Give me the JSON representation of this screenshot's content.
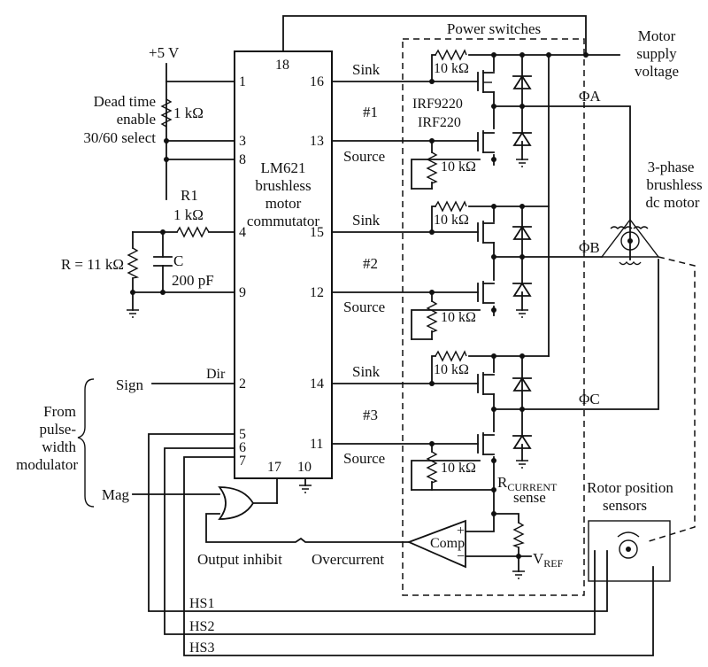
{
  "chip": {
    "name": "LM621",
    "line2": "brushless",
    "line3": "motor",
    "line4": "commutator",
    "pins": {
      "p1": "1",
      "p3": "3",
      "p8": "8",
      "p4": "4",
      "p9": "9",
      "p2": "2",
      "p5": "5",
      "p6": "6",
      "p7": "7",
      "p18": "18",
      "p16": "16",
      "p13": "13",
      "p15": "15",
      "p12": "12",
      "p14": "14",
      "p11": "11",
      "p17": "17",
      "p10": "10"
    },
    "dir_label": "Dir"
  },
  "left": {
    "supply": "+5 V",
    "dead_time_1": "Dead time",
    "dead_time_2": "enable",
    "select": "30/60 select",
    "pullup": "1 kΩ",
    "r1_name": "R1",
    "r1_value": "1 kΩ",
    "r_label": "R = 11 kΩ",
    "c_name": "C",
    "c_value": "200 pF",
    "sign": "Sign",
    "pwm_1": "From",
    "pwm_2": "pulse-",
    "pwm_3": "width",
    "pwm_4": "modulator",
    "mag": "Mag",
    "output_inhibit": "Output inhibit",
    "overcurrent": "Overcurrent"
  },
  "switches": {
    "title": "Power switches",
    "sink": "Sink",
    "source": "Source",
    "ch1": "#1",
    "ch2": "#2",
    "ch3": "#3",
    "r10k": "10 kΩ",
    "pmos": "IRF9220",
    "nmos": "IRF220"
  },
  "right": {
    "motor_supply_1": "Motor",
    "motor_supply_2": "supply",
    "motor_supply_3": "voltage",
    "phase_a": "ΦA",
    "phase_b": "ΦB",
    "phase_c": "ΦC",
    "motor_1": "3-phase",
    "motor_2": "brushless",
    "motor_3": "dc motor",
    "sense_r": "R",
    "sense_sub": "CURRENT",
    "sense_2": "sense",
    "comp": "Comp",
    "vref": "V",
    "vref_sub": "REF",
    "rotor_1": "Rotor position",
    "rotor_2": "sensors"
  },
  "hall": {
    "hs1": "HS1",
    "hs2": "HS2",
    "hs3": "HS3"
  }
}
